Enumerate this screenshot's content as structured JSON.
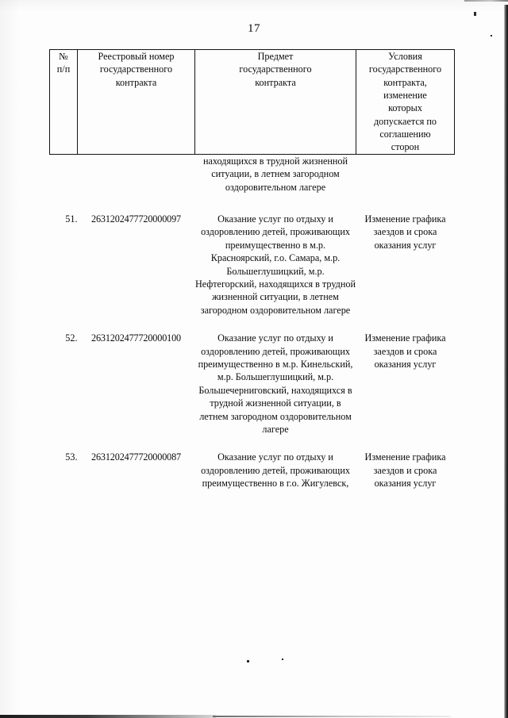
{
  "document": {
    "page_number": "17",
    "language": "ru"
  },
  "table": {
    "headers": [
      "№\nп/п",
      "Реестровый номер государственного контракта",
      "Предмет государственного контракта",
      "Условия государственного контракта, изменение которых допускается по соглашению сторон"
    ],
    "header_lines": {
      "num": [
        "№",
        "п/п"
      ],
      "registry": [
        "Реестровый номер",
        "государственного",
        "контракта"
      ],
      "subject": [
        "Предмет",
        "государственного",
        "контракта"
      ],
      "conditions": [
        "Условия",
        "государственного",
        "контракта,",
        "изменение",
        "которых",
        "допускается по",
        "соглашению",
        "сторон"
      ]
    },
    "continued_row": {
      "number": "",
      "registry_number": "",
      "subject": "находящихся в трудной жизненной ситуации, в летнем загородном оздоровительном лагере",
      "conditions": ""
    },
    "rows": [
      {
        "number": "51.",
        "registry_number": "2631202477720000097",
        "subject": "Оказание услуг по отдыху и оздоровлению детей, проживающих преимущественно в м.р. Красноярский, г.о. Самара, м.р. Большеглушицкий, м.р. Нефтегорский, находящихся в трудной жизненной ситуации, в летнем загородном оздоровительном лагере",
        "conditions": "Изменение графика заездов и срока оказания услуг"
      },
      {
        "number": "52.",
        "registry_number": "2631202477720000100",
        "subject": "Оказание услуг по отдыху и оздоровлению детей, проживающих преимущественно в м.р. Кинельский, м.р. Большеглушицкий, м.р. Большечерниговский, находящихся в трудной жизненной ситуации, в летнем загородном оздоровительном лагере",
        "conditions": "Изменение графика заездов и срока оказания услуг"
      },
      {
        "number": "53.",
        "registry_number": "2631202477720000087",
        "subject": "Оказание услуг по отдыху и оздоровлению детей, проживающих преимущественно в г.о. Жигулевск,",
        "conditions": "Изменение графика заездов и срока оказания услуг"
      }
    ]
  },
  "colors": {
    "page_background": "#fdfdfd",
    "text": "#0d0d0d",
    "border": "#141414",
    "scan_edge": "#111111"
  }
}
